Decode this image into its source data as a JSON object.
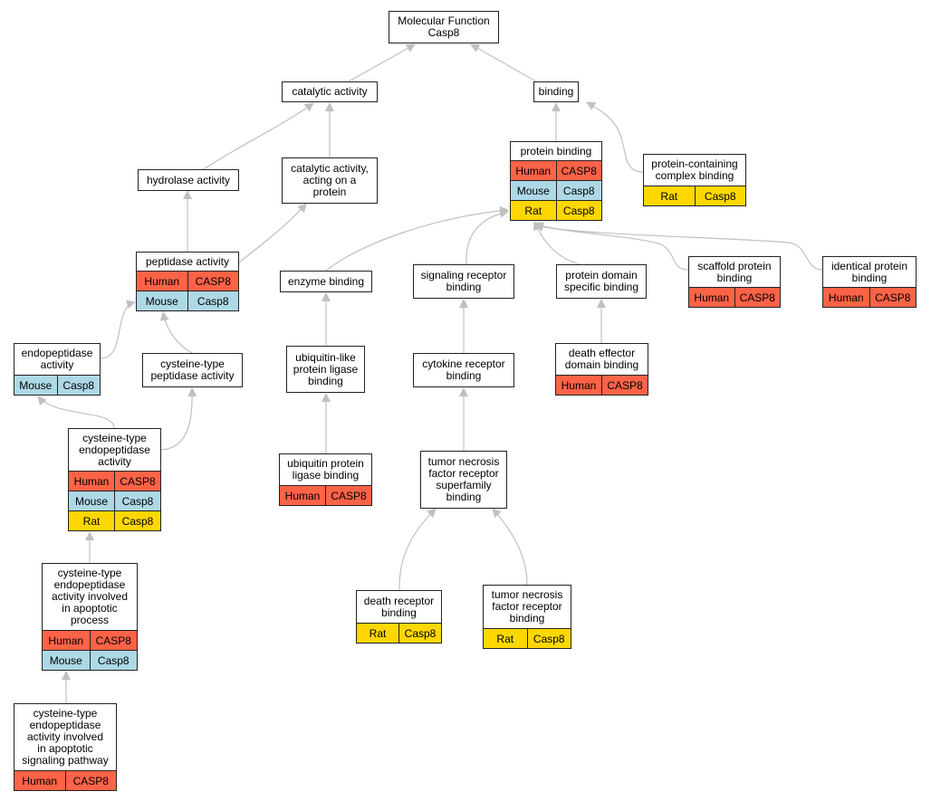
{
  "colors": {
    "Human": "#FF6347",
    "Mouse": "#ADD8E6",
    "Rat": "#FFD700",
    "edge": "#C0C0C0"
  },
  "nodes": [
    {
      "id": "mf",
      "label": "Molecular Function\nCasp8",
      "rows": []
    },
    {
      "id": "catalytic",
      "label": "catalytic activity",
      "rows": []
    },
    {
      "id": "binding",
      "label": "binding",
      "rows": []
    },
    {
      "id": "hydrolase",
      "label": "hydrolase activity",
      "rows": []
    },
    {
      "id": "cat_protein",
      "label": "catalytic activity,\nacting on a\nprotein",
      "rows": []
    },
    {
      "id": "protein_binding",
      "label": "protein binding",
      "rows": [
        {
          "species": "Human",
          "gene": "CASP8"
        },
        {
          "species": "Mouse",
          "gene": "Casp8"
        },
        {
          "species": "Rat",
          "gene": "Casp8"
        }
      ]
    },
    {
      "id": "protein_complex",
      "label": "protein-containing\ncomplex binding",
      "rows": [
        {
          "species": "Rat",
          "gene": "Casp8"
        }
      ]
    },
    {
      "id": "peptidase",
      "label": "peptidase activity",
      "rows": [
        {
          "species": "Human",
          "gene": "CASP8"
        },
        {
          "species": "Mouse",
          "gene": "Casp8"
        }
      ]
    },
    {
      "id": "enzyme",
      "label": "enzyme binding",
      "rows": []
    },
    {
      "id": "signaling",
      "label": "signaling receptor\nbinding",
      "rows": []
    },
    {
      "id": "domain",
      "label": "protein domain\nspecific binding",
      "rows": []
    },
    {
      "id": "scaffold",
      "label": "scaffold protein\nbinding",
      "rows": [
        {
          "species": "Human",
          "gene": "CASP8"
        }
      ]
    },
    {
      "id": "identical",
      "label": "identical protein\nbinding",
      "rows": [
        {
          "species": "Human",
          "gene": "CASP8"
        }
      ]
    },
    {
      "id": "endopep",
      "label": "endopeptidase\nactivity",
      "rows": [
        {
          "species": "Mouse",
          "gene": "Casp8"
        }
      ]
    },
    {
      "id": "cys_pep",
      "label": "cysteine-type\npeptidase activity",
      "rows": []
    },
    {
      "id": "ubl",
      "label": "ubiquitin-like\nprotein ligase\nbinding",
      "rows": []
    },
    {
      "id": "cytokine",
      "label": "cytokine receptor\nbinding",
      "rows": []
    },
    {
      "id": "death_eff",
      "label": "death effector\ndomain binding",
      "rows": [
        {
          "species": "Human",
          "gene": "CASP8"
        }
      ]
    },
    {
      "id": "cys_endo",
      "label": "cysteine-type\nendopeptidase\nactivity",
      "rows": [
        {
          "species": "Human",
          "gene": "CASP8"
        },
        {
          "species": "Mouse",
          "gene": "Casp8"
        },
        {
          "species": "Rat",
          "gene": "Casp8"
        }
      ]
    },
    {
      "id": "ubiq",
      "label": "ubiquitin protein\nligase binding",
      "rows": [
        {
          "species": "Human",
          "gene": "CASP8"
        }
      ]
    },
    {
      "id": "tnfrsf",
      "label": "tumor necrosis\nfactor receptor\nsuperfamily\nbinding",
      "rows": []
    },
    {
      "id": "apop",
      "label": "cysteine-type\nendopeptidase\nactivity involved\nin apoptotic\nprocess",
      "rows": [
        {
          "species": "Human",
          "gene": "CASP8"
        },
        {
          "species": "Mouse",
          "gene": "Casp8"
        }
      ]
    },
    {
      "id": "death_rec",
      "label": "death receptor\nbinding",
      "rows": [
        {
          "species": "Rat",
          "gene": "Casp8"
        }
      ]
    },
    {
      "id": "tnfr",
      "label": "tumor necrosis\nfactor receptor\nbinding",
      "rows": [
        {
          "species": "Rat",
          "gene": "Casp8"
        }
      ]
    },
    {
      "id": "apop_sig",
      "label": "cysteine-type\nendopeptidase\nactivity involved\nin apoptotic\nsignaling pathway",
      "rows": [
        {
          "species": "Human",
          "gene": "CASP8"
        }
      ]
    }
  ],
  "edges": [
    [
      "catalytic",
      "mf"
    ],
    [
      "binding",
      "mf"
    ],
    [
      "hydrolase",
      "catalytic"
    ],
    [
      "cat_protein",
      "catalytic"
    ],
    [
      "protein_binding",
      "binding"
    ],
    [
      "protein_complex",
      "binding"
    ],
    [
      "peptidase",
      "hydrolase"
    ],
    [
      "peptidase",
      "cat_protein"
    ],
    [
      "enzyme",
      "protein_binding"
    ],
    [
      "signaling",
      "protein_binding"
    ],
    [
      "domain",
      "protein_binding"
    ],
    [
      "scaffold",
      "protein_binding"
    ],
    [
      "identical",
      "protein_binding"
    ],
    [
      "endopep",
      "peptidase"
    ],
    [
      "cys_pep",
      "peptidase"
    ],
    [
      "ubl",
      "enzyme"
    ],
    [
      "cytokine",
      "signaling"
    ],
    [
      "death_eff",
      "domain"
    ],
    [
      "cys_endo",
      "endopep"
    ],
    [
      "cys_endo",
      "cys_pep"
    ],
    [
      "ubiq",
      "ubl"
    ],
    [
      "tnfrsf",
      "cytokine"
    ],
    [
      "apop",
      "cys_endo"
    ],
    [
      "death_rec",
      "tnfrsf"
    ],
    [
      "tnfr",
      "tnfrsf"
    ],
    [
      "apop_sig",
      "apop"
    ]
  ]
}
